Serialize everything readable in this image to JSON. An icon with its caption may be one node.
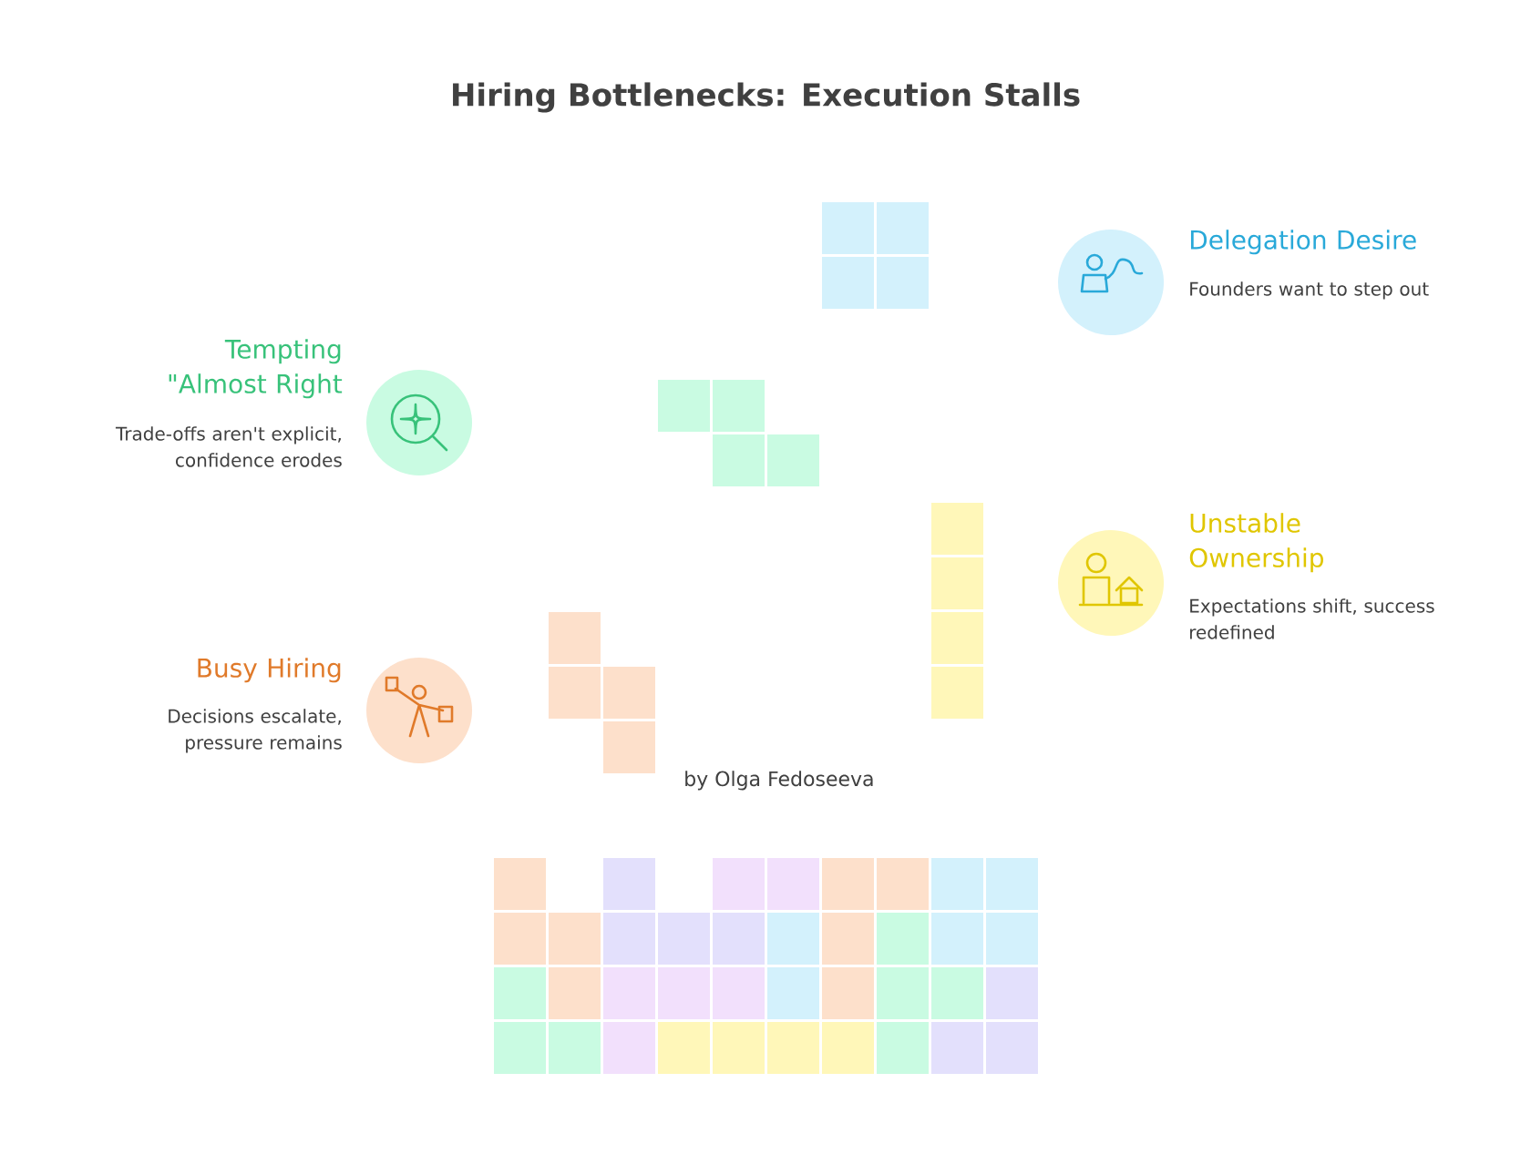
{
  "diagram": {
    "title": "Hiring Bottlenecks: Execution Stalls",
    "nodes": [
      {
        "text": [
          "Delegation Desire",
          "Founders want to step out"
        ]
      },
      {
        "text": [
          "Tempting \"Almost Right",
          "Trade-offs aren't explicit, confidence erodes"
        ]
      },
      {
        "text": [
          "Unstable Ownership",
          "Expectations shift, success redefined"
        ]
      },
      {
        "text": [
          "Busy Hiring",
          "Decisions escalate, pressure remains"
        ]
      }
    ],
    "labels": [
      "by Olga Fedoseeva"
    ]
  }
}
